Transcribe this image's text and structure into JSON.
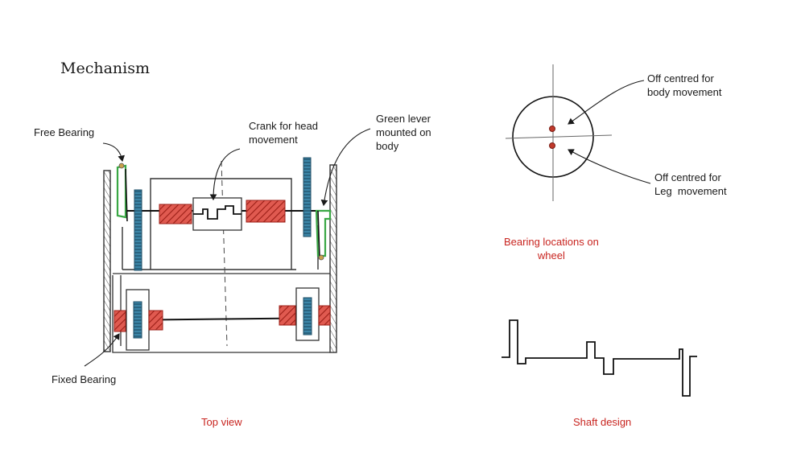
{
  "title": "Mechanism",
  "labels": {
    "free_bearing": "Free Bearing",
    "crank": "Crank for head\nmovement",
    "green_lever": "Green lever\nmounted on\nbody",
    "fixed_bearing": "Fixed Bearing",
    "body_offset": "Off centred for\nbody movement",
    "leg_offset": "Off centred for\nLeg  movement"
  },
  "captions": {
    "top_view": "Top view",
    "bearing_locations": "Bearing locations on\nwheel",
    "shaft_design": "Shaft design"
  },
  "colors": {
    "ink": "#1a1a1a",
    "spring": "#c8322c",
    "gear": "#2f6f8f",
    "lever": "#3aa845",
    "bearing": "#c0392b",
    "caption": "#c8241f"
  }
}
